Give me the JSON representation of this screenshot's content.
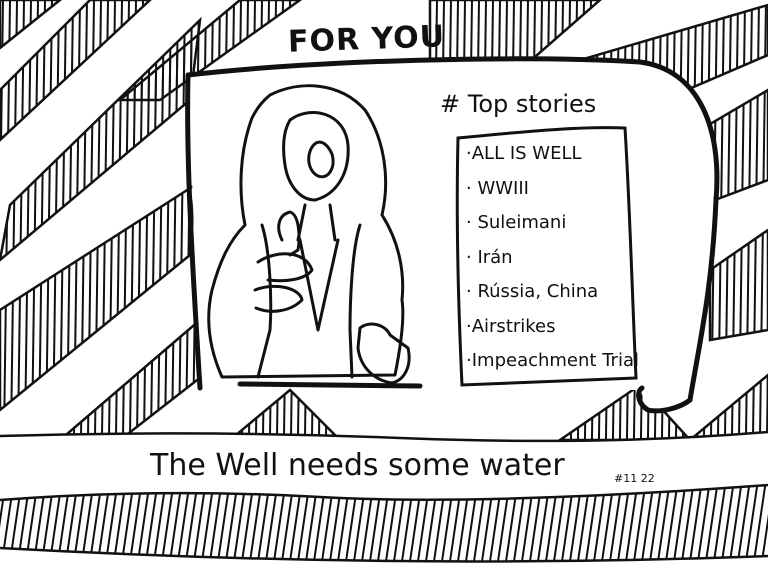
{
  "header": {
    "title": "FOR YOU"
  },
  "news_panel": {
    "heading": "# Top stories",
    "stories": [
      "·ALL IS WELL",
      "· WWIII",
      "· Suleimani",
      "· Irán",
      "· Rússia, China",
      "·Airstrikes",
      "·Impeachment Trial"
    ]
  },
  "caption": {
    "text": "The Well needs some water"
  },
  "stamp": {
    "text": "#11 22"
  },
  "colors": {
    "ink": "#111111",
    "paper": "#ffffff"
  }
}
